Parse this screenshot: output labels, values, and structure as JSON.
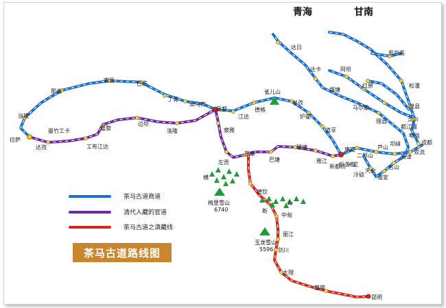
{
  "map": {
    "regions": [
      "青海",
      "甘南"
    ],
    "title": "茶马古道路线图",
    "colors": {
      "blue": "#1a6fd1",
      "purple": "#6b2aa8",
      "red": "#d62418",
      "peak": "#1e9e3a",
      "city": "#f2d24a"
    },
    "legend": [
      {
        "label": "茶马古道商道",
        "color": "#1a6fd1"
      },
      {
        "label": "清代入藏的官道",
        "color": "#6b2aa8"
      },
      {
        "label": "茶马古道之滇藏线",
        "color": "#d62418"
      }
    ],
    "peaks": [
      {
        "name": "梅里雪山",
        "height": "6740"
      },
      {
        "name": "玉龙雪山",
        "height": "5596"
      }
    ],
    "places": {
      "lasa": "拉萨",
      "dangxiong": "当雄",
      "nagqu": "那曲",
      "suoxian": "索县",
      "baqing": "巴青",
      "dingqing": "丁青",
      "leiwuqi": "类乌齐",
      "changdu": "昌都",
      "jiangda": "江达",
      "dege": "德格",
      "queershan": "雀儿山",
      "ganzi": "甘孜",
      "luhuo": "炉霍",
      "daofu": "道孚",
      "kangding": "康定",
      "dazi": "达孜",
      "mozhugongka": "墨竹工卡",
      "gongbujiangda": "工布江达",
      "jiali": "嘉黎",
      "bianba": "边坝",
      "luolong": "洛隆",
      "chaya": "察雅",
      "zuogong": "左贡",
      "mangkang": "芒康",
      "batang": "巴塘",
      "litang": "理塘",
      "yajiang": "雅江",
      "xinduqiao": "新都桥",
      "zheduoshan": "折多山",
      "luding": "泸定",
      "lengqi": "冷碛",
      "tianquan": "天全",
      "yaan": "雅安",
      "mingshan": "名山",
      "erlangshan": "二郎山",
      "lushan": "芦山",
      "qionglai": "邛崃",
      "xinjin": "新津",
      "shuangliu": "双流",
      "chengdu": "成都",
      "pixian": "郫县",
      "dujiangyan": "都江堰",
      "wenchuan": "汶川",
      "maoxian": "茂县",
      "songpan": "松潘",
      "ruoergai": "若尔盖",
      "hongyuan": "红原",
      "aba": "阿坝",
      "maerkang": "马尔康",
      "lixian": "理县",
      "rangtang": "壤塘",
      "dari": "达日",
      "daka": "达卡",
      "deqin": "德钦",
      "heng": "横",
      "duan": "断",
      "shan": "山",
      "zhongdian": "中甸",
      "lijiang": "丽江",
      "jianchuan": "剑川",
      "dali": "大理",
      "chuxiong": "楚雄",
      "kunming": "昆明"
    }
  }
}
